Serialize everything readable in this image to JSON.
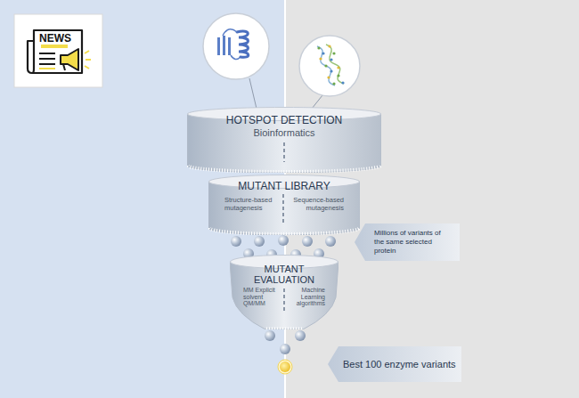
{
  "diagram": {
    "nodes": [
      {
        "text": [
          "HOTSPOT DETECTION",
          "Bioinformatics"
        ]
      },
      {
        "text": [
          "MUTANT LIBRARY",
          "Structure-based mutagenesis",
          "Sequence-based mutagenesis"
        ]
      },
      {
        "text": [
          "Millions of variants of the same selected protein"
        ]
      },
      {
        "text": [
          "MUTANT EVALUATION",
          "MM Explicit solvent QM/MM",
          "Machine Learning algorithms"
        ]
      },
      {
        "text": [
          "Best 100 enzyme variants"
        ]
      }
    ],
    "labels": [
      "NEWS"
    ]
  }
}
